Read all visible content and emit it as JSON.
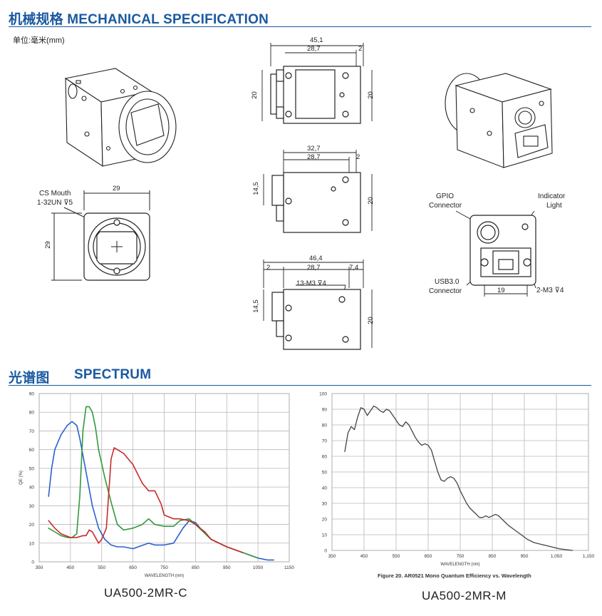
{
  "sections": {
    "mechanical": "机械规格 MECHANICAL SPECIFICATION",
    "spectrum_cn": "光谱图",
    "spectrum_en": "SPECTRUM"
  },
  "unit_note": "单位:毫米(mm)",
  "labels": {
    "cs_mouth_1": "CS Mouth",
    "cs_mouth_2": "1-32UN ⊽5",
    "gpio_1": "GPIO",
    "gpio_2": "Connector",
    "indicator_1": "Indicator",
    "indicator_2": "Light",
    "usb_1": "USB3.0",
    "usb_2": "Connector",
    "m3_hole": "2-M3 ⊽4",
    "m3_13": "13-M3 ⊽4"
  },
  "dimensions": {
    "front_w": "29",
    "front_h": "29",
    "top_total": "45,1",
    "top_body": "28,7",
    "top_small": "2",
    "top_h_left": "20",
    "top_h_right": "20",
    "side_total": "32,7",
    "side_body": "28,7",
    "side_small": "2",
    "side_h_left": "14,5",
    "side_h_right": "20",
    "bottom_total": "46,4",
    "bottom_small_left": "2",
    "bottom_body": "28,7",
    "bottom_small_right": "7,4",
    "bottom_h_left": "14,5",
    "bottom_h_right": "20",
    "back_w": "19"
  },
  "captions": {
    "left": "UA500-2MR-C",
    "right": "UA500-2MR-M",
    "figure": "Figure 20. AR0521 Mono Quantum Efficiency vs. Wavelength"
  },
  "chart_data": [
    {
      "type": "line",
      "title": "",
      "xlabel": "WAVELENGTH (nm)",
      "ylabel": "QE (%)",
      "xlim": [
        350,
        1150
      ],
      "ylim": [
        0,
        90
      ],
      "xticks": [
        350,
        450,
        550,
        650,
        750,
        850,
        950,
        1050,
        1150
      ],
      "yticks": [
        0,
        10,
        20,
        30,
        40,
        50,
        60,
        70,
        80,
        90
      ],
      "grid": true,
      "series": [
        {
          "color": "#2b5fd0",
          "x": [
            380,
            390,
            400,
            420,
            440,
            455,
            470,
            480,
            500,
            520,
            540,
            560,
            580,
            600,
            620,
            650,
            700,
            720,
            750,
            780,
            810,
            830,
            850,
            870,
            900,
            950,
            1000,
            1050,
            1080,
            1100
          ],
          "y": [
            35,
            50,
            60,
            68,
            73,
            75,
            73,
            66,
            48,
            30,
            18,
            12,
            9,
            8,
            8,
            7,
            10,
            9,
            9,
            10,
            18,
            22,
            21,
            17,
            12,
            8,
            5,
            2,
            1,
            1
          ]
        },
        {
          "color": "#2f9a3c",
          "x": [
            380,
            400,
            420,
            440,
            455,
            470,
            480,
            490,
            500,
            510,
            520,
            530,
            540,
            560,
            580,
            600,
            620,
            650,
            680,
            700,
            720,
            750,
            780,
            800,
            830,
            850,
            900,
            950,
            1000,
            1050
          ],
          "y": [
            18,
            16,
            14,
            13,
            13,
            15,
            35,
            70,
            83,
            83,
            80,
            72,
            60,
            45,
            32,
            20,
            17,
            18,
            20,
            23,
            20,
            19,
            19,
            22,
            23,
            20,
            12,
            8,
            5,
            2
          ]
        },
        {
          "color": "#c82a2a",
          "x": [
            380,
            400,
            420,
            450,
            470,
            490,
            500,
            510,
            520,
            540,
            550,
            565,
            580,
            590,
            600,
            620,
            650,
            680,
            700,
            720,
            740,
            750,
            780,
            800,
            830,
            850,
            880,
            900,
            950,
            1000
          ],
          "y": [
            22,
            18,
            15,
            13,
            13,
            14,
            14,
            17,
            16,
            10,
            12,
            18,
            55,
            61,
            60,
            58,
            52,
            42,
            38,
            38,
            31,
            25,
            23,
            23,
            22,
            20,
            16,
            12,
            8,
            5
          ]
        }
      ]
    },
    {
      "type": "line",
      "title": "",
      "xlabel": "WAVELENGTH (nm)",
      "ylabel": "",
      "xlim": [
        350,
        1150
      ],
      "ylim": [
        0,
        100
      ],
      "xticks": [
        350,
        450,
        550,
        650,
        750,
        850,
        950,
        1050,
        1150
      ],
      "xticklabels": [
        "350",
        "450",
        "550",
        "650",
        "750",
        "850",
        "950",
        "1,050",
        "1,150"
      ],
      "yticks": [
        0,
        10,
        20,
        30,
        40,
        50,
        60,
        70,
        80,
        90,
        100
      ],
      "grid": true,
      "series": [
        {
          "color": "#444444",
          "x": [
            390,
            400,
            410,
            420,
            430,
            440,
            450,
            460,
            470,
            480,
            490,
            500,
            510,
            520,
            530,
            540,
            550,
            560,
            570,
            580,
            590,
            600,
            610,
            620,
            630,
            640,
            650,
            660,
            670,
            680,
            690,
            700,
            710,
            720,
            730,
            740,
            750,
            760,
            770,
            780,
            790,
            800,
            810,
            820,
            830,
            840,
            850,
            860,
            870,
            880,
            890,
            900,
            920,
            940,
            960,
            980,
            1000,
            1020,
            1040,
            1060,
            1080,
            1100
          ],
          "y": [
            63,
            75,
            79,
            77,
            85,
            91,
            90,
            86,
            89,
            92,
            91,
            89,
            88,
            90,
            89,
            86,
            83,
            80,
            79,
            82,
            80,
            76,
            72,
            69,
            67,
            68,
            67,
            64,
            57,
            50,
            45,
            44,
            46,
            47,
            46,
            43,
            38,
            34,
            30,
            27,
            25,
            23,
            21,
            21,
            22,
            21,
            22,
            23,
            22,
            20,
            18,
            16,
            13,
            10,
            7,
            5,
            4,
            3,
            2,
            1,
            0.5,
            0
          ]
        }
      ]
    }
  ]
}
